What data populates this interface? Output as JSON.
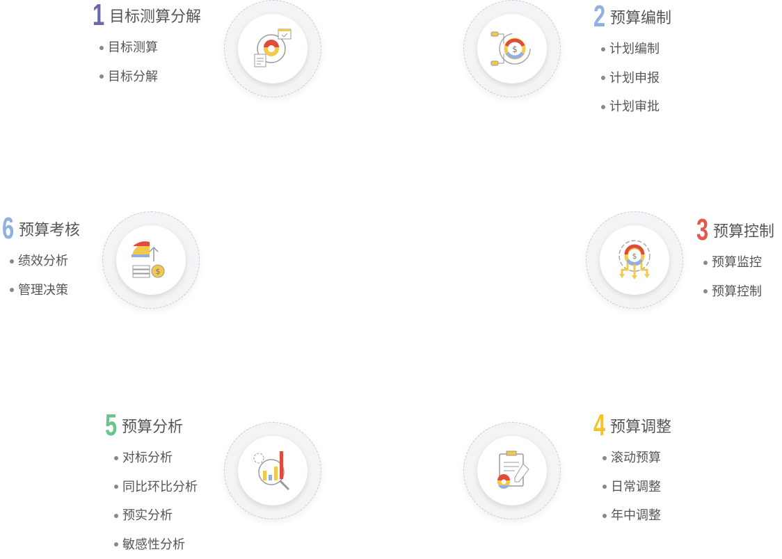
{
  "steps": [
    {
      "number": "1",
      "title": "目标测算分解",
      "color": "#6b6aa8",
      "icon": "target-gear-icon",
      "items": [
        "目标测算",
        "目标分解"
      ]
    },
    {
      "number": "2",
      "title": "预算编制",
      "color": "#8fb0e0",
      "icon": "budget-pie-icon",
      "items": [
        "计划编制",
        "计划申报",
        "计划审批"
      ]
    },
    {
      "number": "3",
      "title": "预算控制",
      "color": "#e0584f",
      "icon": "gear-dollar-arrows-icon",
      "items": [
        "预算监控",
        "预算控制"
      ]
    },
    {
      "number": "4",
      "title": "预算调整",
      "color": "#f4c430",
      "icon": "clipboard-gear-icon",
      "items": [
        "滚动预算",
        "日常调整",
        "年中调整"
      ]
    },
    {
      "number": "5",
      "title": "预算分析",
      "color": "#6cc48b",
      "icon": "chart-magnifier-icon",
      "items": [
        "对标分析",
        "同比环比分析",
        "预实分析",
        "敏感性分析"
      ]
    },
    {
      "number": "6",
      "title": "预算考核",
      "color": "#8fb0e0",
      "icon": "coins-growth-icon",
      "items": [
        "绩效分析",
        "管理决策"
      ]
    }
  ]
}
